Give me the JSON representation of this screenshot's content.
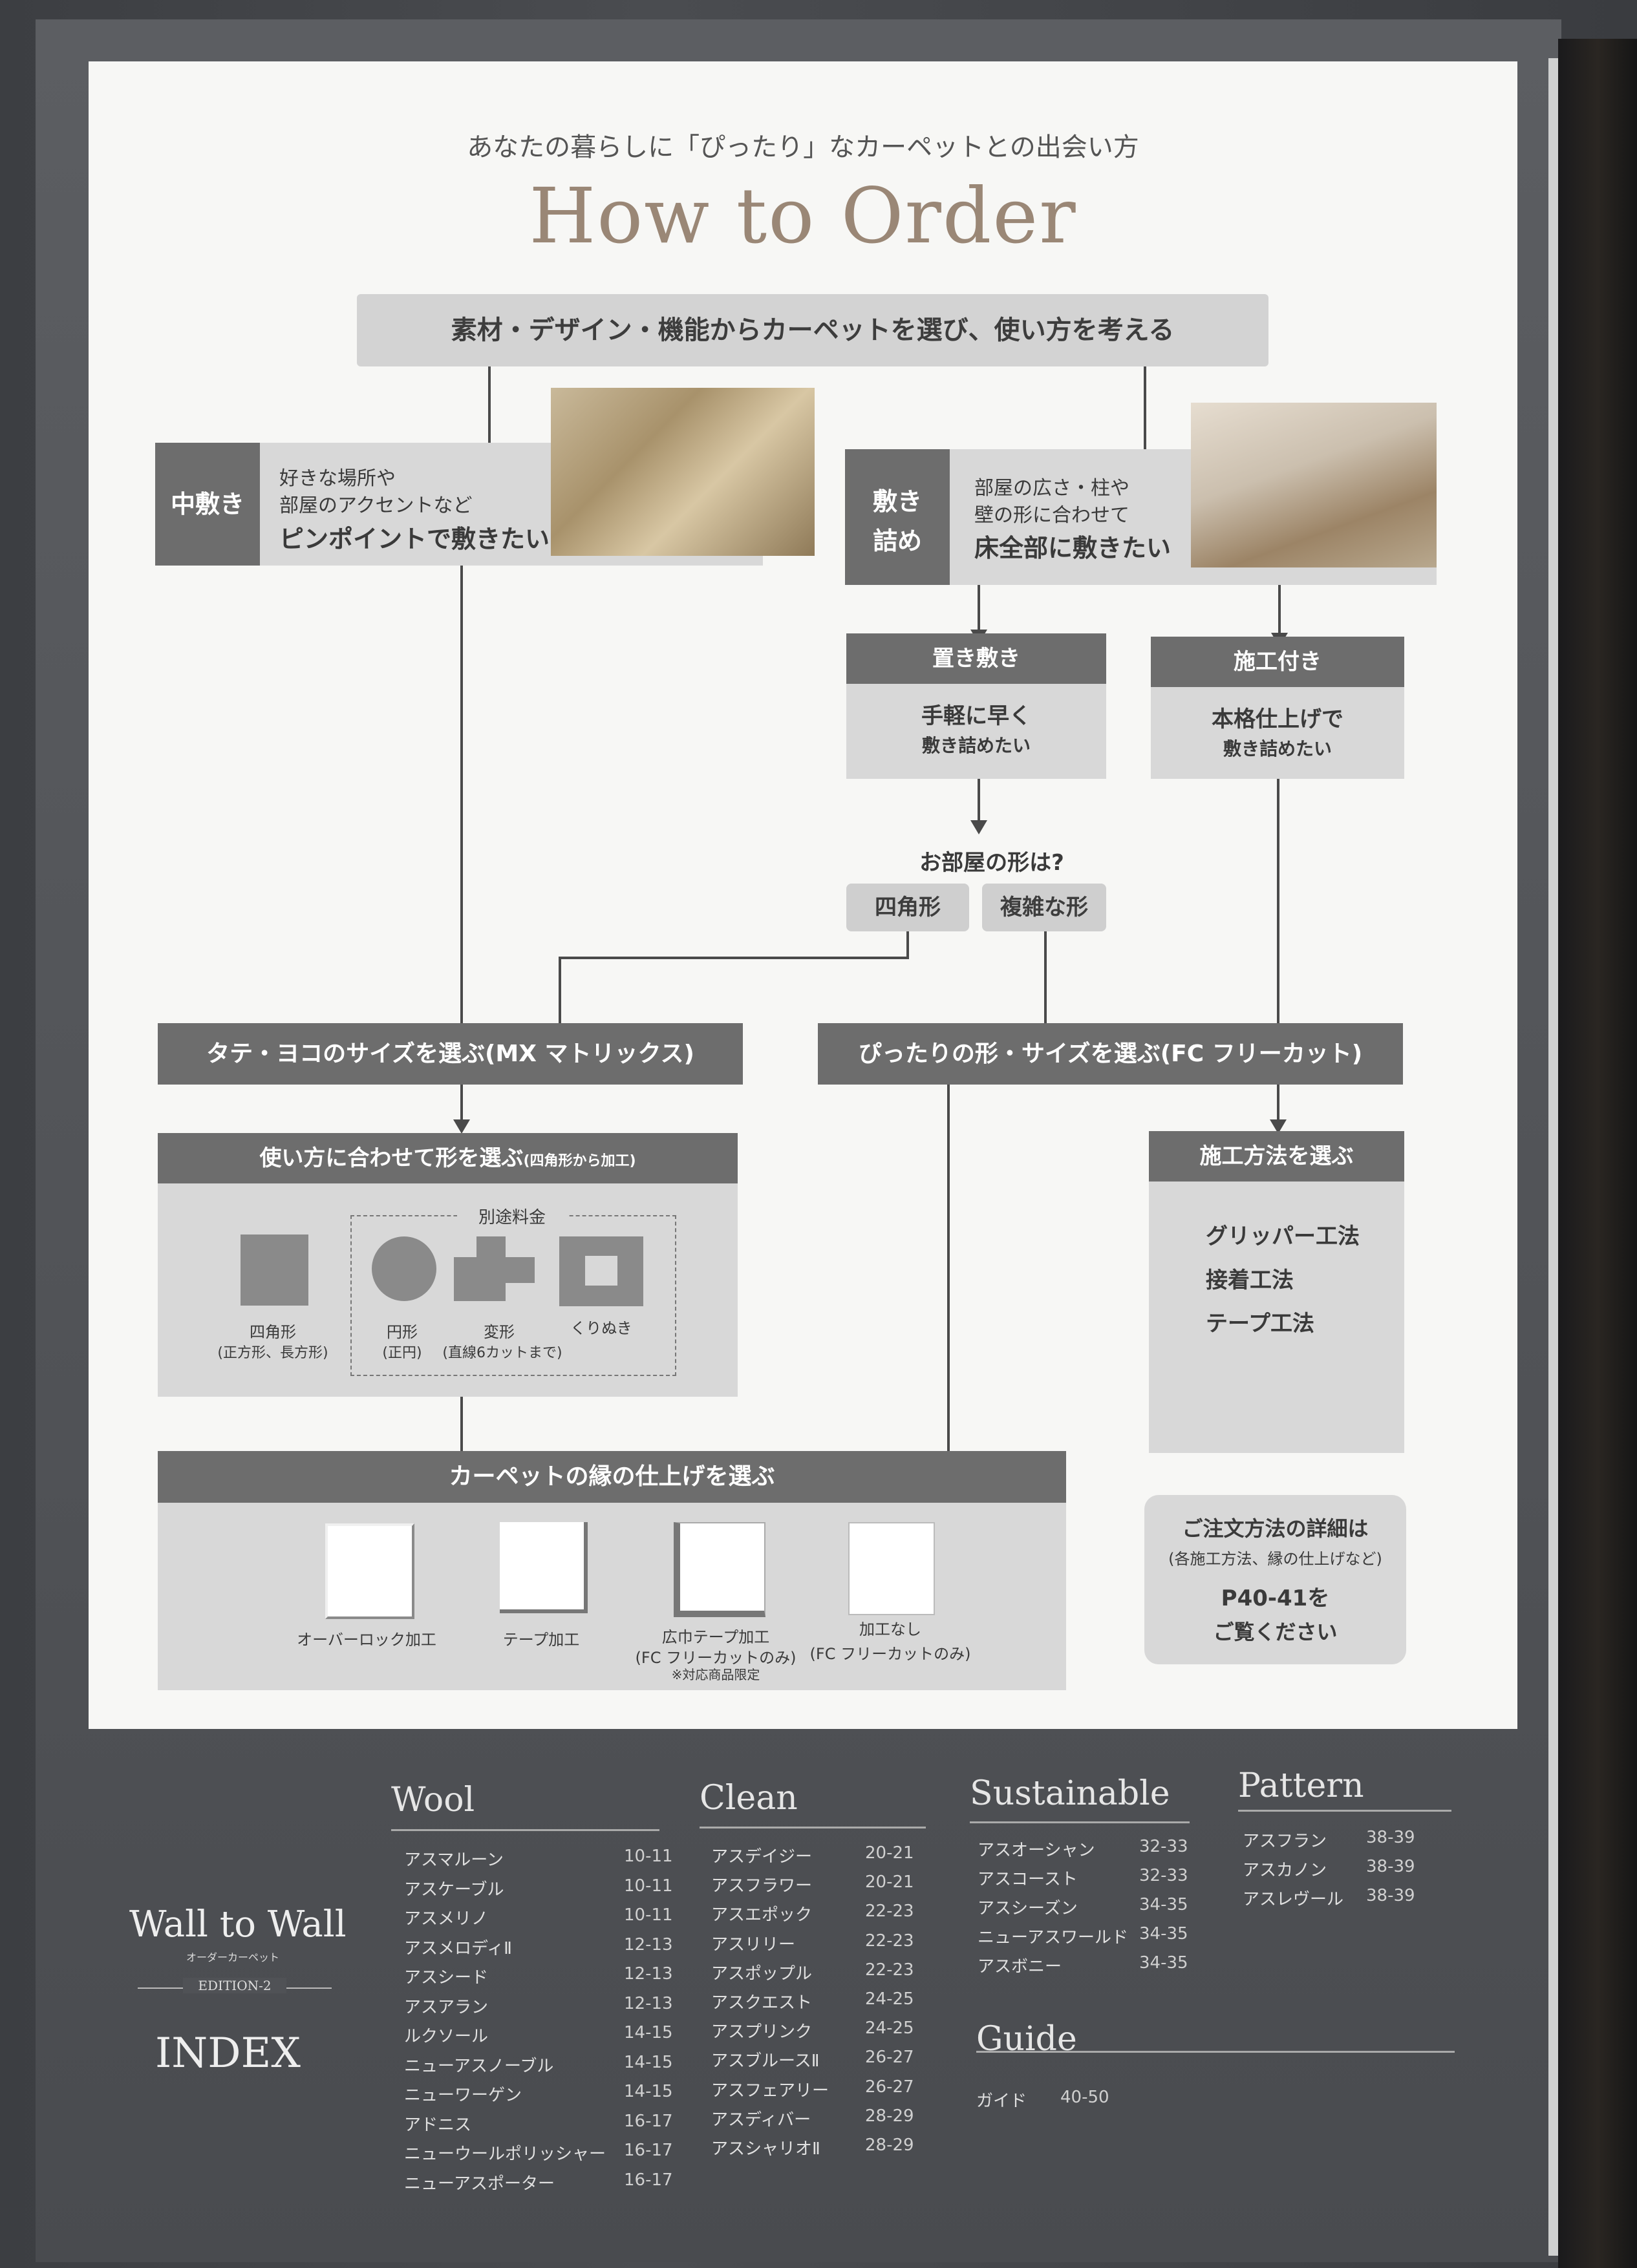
{
  "header": {
    "subtitle": "あなたの暮らしに「ぴったり」なカーペットとの出会い方",
    "title": "How to Order"
  },
  "flow": {
    "top_bar": "素材・デザイン・機能からカーペットを選び、使い方を考える",
    "left_option": {
      "label": "中敷き",
      "line1": "好きな場所や",
      "line2": "部屋のアクセントなど",
      "line3": "ピンポイントで敷きたい"
    },
    "right_option": {
      "label_line1": "敷き",
      "label_line2": "詰め",
      "line1": "部屋の広さ・柱や",
      "line2": "壁の形に合わせて",
      "line3": "床全部に敷きたい"
    },
    "okishiki": {
      "title": "置き敷き",
      "line1": "手軽に早く",
      "line2": "敷き詰めたい"
    },
    "sekou": {
      "title": "施工付き",
      "line1": "本格仕上げで",
      "line2": "敷き詰めたい"
    },
    "room_shape": {
      "question": "お部屋の形は?",
      "square": "四角形",
      "complex": "複雑な形"
    },
    "mx": "タテ・ヨコのサイズを選ぶ(MX マトリックス)",
    "fc": "ぴったりの形・サイズを選ぶ(FC フリーカット)",
    "shape_select": {
      "title": "使い方に合わせて形を選ぶ",
      "title_note": "(四角形から加工)",
      "extra_fee": "別途料金",
      "square_label": "四角形",
      "square_note": "(正方形、長方形)",
      "circle_label": "円形",
      "circle_note": "(正円)",
      "irregular_label": "変形",
      "irregular_note": "(直線6カットまで)",
      "cutout_label": "くりぬき"
    },
    "install_method": {
      "title": "施工方法を選ぶ",
      "items": [
        "グリッパー工法",
        "接着工法",
        "テープ工法"
      ]
    },
    "edge_finish": {
      "title": "カーペットの縁の仕上げを選ぶ",
      "items": [
        {
          "label": "オーバーロック加工",
          "note": ""
        },
        {
          "label": "テープ加工",
          "note": ""
        },
        {
          "label": "広巾テープ加工",
          "note": "(FC フリーカットのみ)"
        },
        {
          "label": "加工なし",
          "note": "(FC フリーカットのみ)"
        }
      ],
      "footnote": "※対応商品限定"
    },
    "detail_note": {
      "line1": "ご注文方法の詳細は",
      "line2": "(各施工方法、縁の仕上げなど)",
      "line3": "P40-41を",
      "line4": "ご覧ください"
    }
  },
  "index": {
    "brand": "Wall to Wall",
    "brand_sub": "オーダーカーペット",
    "edition": "EDITION-2",
    "label": "INDEX",
    "wool": {
      "heading": "Wool",
      "rows": [
        [
          "アスマルーン",
          "10-11"
        ],
        [
          "アスケーブル",
          "10-11"
        ],
        [
          "アスメリノ",
          "10-11"
        ],
        [
          "アスメロディⅡ",
          "12-13"
        ],
        [
          "アスシード",
          "12-13"
        ],
        [
          "アスアラン",
          "12-13"
        ],
        [
          "ルクソール",
          "14-15"
        ],
        [
          "ニューアスノーブル",
          "14-15"
        ],
        [
          "ニューワーゲン",
          "14-15"
        ],
        [
          "アドニス",
          "16-17"
        ],
        [
          "ニューウールポリッシャー",
          "16-17"
        ],
        [
          "ニューアスポーター",
          "16-17"
        ]
      ]
    },
    "clean": {
      "heading": "Clean",
      "rows": [
        [
          "アスデイジー",
          "20-21"
        ],
        [
          "アスフラワー",
          "20-21"
        ],
        [
          "アスエポック",
          "22-23"
        ],
        [
          "アスリリー",
          "22-23"
        ],
        [
          "アスポップル",
          "22-23"
        ],
        [
          "アスクエスト",
          "24-25"
        ],
        [
          "アスプリンク",
          "24-25"
        ],
        [
          "アスブルースⅡ",
          "26-27"
        ],
        [
          "アスフェアリー",
          "26-27"
        ],
        [
          "アスディバー",
          "28-29"
        ],
        [
          "アスシャリオⅡ",
          "28-29"
        ]
      ]
    },
    "sustainable": {
      "heading": "Sustainable",
      "rows": [
        [
          "アスオーシャン",
          "32-33"
        ],
        [
          "アスコースト",
          "32-33"
        ],
        [
          "アスシーズン",
          "34-35"
        ],
        [
          "ニューアスワールド",
          "34-35"
        ],
        [
          "アスボニー",
          "34-35"
        ]
      ]
    },
    "pattern": {
      "heading": "Pattern",
      "rows": [
        [
          "アスフラン",
          "38-39"
        ],
        [
          "アスカノン",
          "38-39"
        ],
        [
          "アスレヴール",
          "38-39"
        ]
      ]
    },
    "guide": {
      "heading": "Guide",
      "rows": [
        [
          "ガイド",
          "40-50"
        ]
      ]
    }
  }
}
